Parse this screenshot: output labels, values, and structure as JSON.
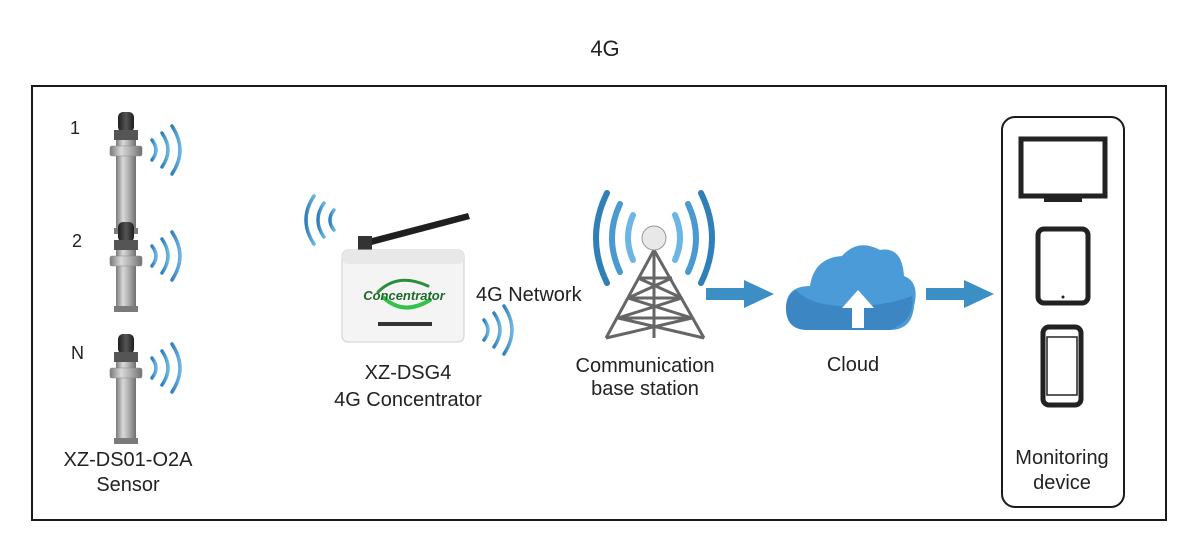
{
  "title": "4G",
  "sensors": {
    "items": [
      {
        "label": "1"
      },
      {
        "label": "2"
      },
      {
        "label": "N"
      }
    ],
    "caption_line1": "XZ-DS01-O2A",
    "caption_line2": "Sensor"
  },
  "concentrator": {
    "device_label": "Concentrator",
    "caption_line1": "XZ-DSG4",
    "caption_line2": "4G Concentrator"
  },
  "network_label": "4G Network",
  "base_station": {
    "caption_line1": "Communication",
    "caption_line2": "base station"
  },
  "cloud": {
    "caption": "Cloud"
  },
  "monitoring": {
    "caption_line1": "Monitoring",
    "caption_line2": "device"
  },
  "colors": {
    "arrow": "#3b8fc4",
    "wave": "#3d8dc4",
    "cloud": "#4a9bd8",
    "frame": "#1a1a1a"
  }
}
